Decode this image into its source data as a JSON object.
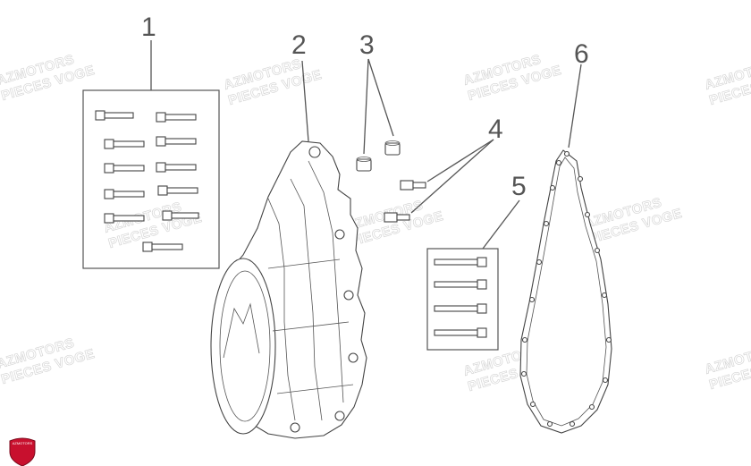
{
  "callouts": {
    "c1": "1",
    "c2": "2",
    "c3": "3",
    "c4": "4",
    "c5": "5",
    "c6": "6"
  },
  "watermark": {
    "line1": "AZMOTORS",
    "line2": "PIECES VOGE"
  },
  "logo_text": "AZMOTORS"
}
